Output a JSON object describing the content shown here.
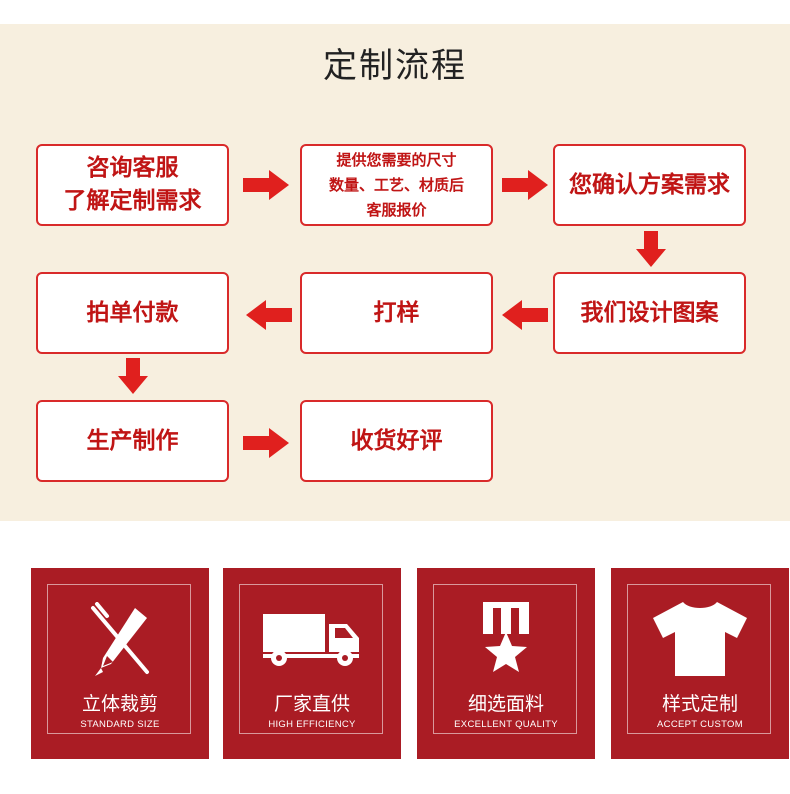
{
  "flow": {
    "title": "定制流程",
    "steps": {
      "consult": [
        "咨询客服",
        "了解定制需求"
      ],
      "provide": [
        "提供您需要的尺寸",
        "数量、工艺、材质后",
        "客服报价"
      ],
      "confirm": [
        "您确认方案需求"
      ],
      "design": [
        "我们设计图案"
      ],
      "sample": [
        "打样"
      ],
      "pay": [
        "拍单付款"
      ],
      "produce": [
        "生产制作"
      ],
      "receive": [
        "收货好评"
      ]
    }
  },
  "features": [
    {
      "zh": "立体裁剪",
      "en": "STANDARD SIZE",
      "icon": "pencil-ruler-icon"
    },
    {
      "zh": "厂家直供",
      "en": "HIGH EFFICIENCY",
      "icon": "truck-icon"
    },
    {
      "zh": "细选面料",
      "en": "EXCELLENT QUALITY",
      "icon": "medal-star-icon"
    },
    {
      "zh": "样式定制",
      "en": "ACCEPT CUSTOM",
      "icon": "tshirt-icon"
    }
  ],
  "colors": {
    "accent_red": "#d92a2a",
    "panel_bg": "#f7efdf",
    "feature_bg": "#aa1c24"
  }
}
